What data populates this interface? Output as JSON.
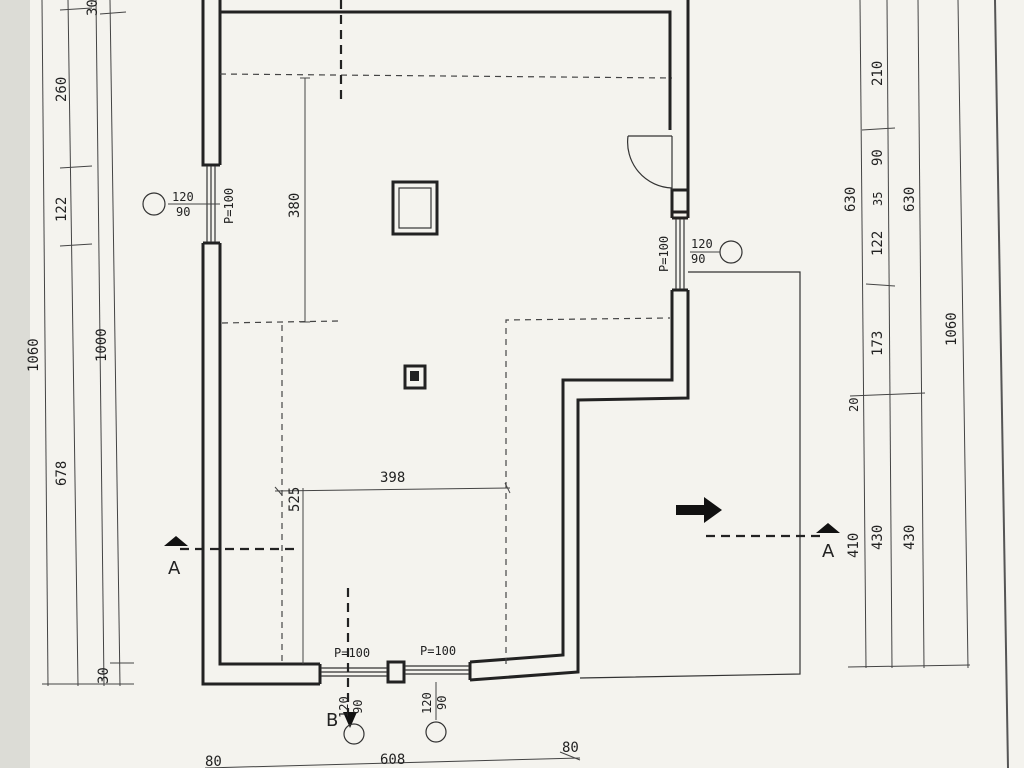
{
  "dimensions": {
    "left_outer": {
      "top": "30",
      "a": "260",
      "b": "122",
      "c": "678",
      "total": "1000",
      "bottom": "30",
      "edge": "1060"
    },
    "interior": {
      "height_upper": "380",
      "height_lower": "525",
      "width_lower": "398"
    },
    "bottom": {
      "left": "80",
      "middle": "608",
      "right": "80"
    },
    "right_outer": {
      "a": "210",
      "b": "90",
      "c": "35",
      "d": "122",
      "e": "173",
      "f": "20",
      "g": "410",
      "h": "430",
      "span_630_a": "630",
      "span_630_b": "630",
      "span_430": "430",
      "total": "1060"
    }
  },
  "windows": {
    "left": {
      "sill": "P=100",
      "width": "120",
      "height": "90"
    },
    "right": {
      "sill": "P=100",
      "width": "120",
      "height": "90"
    },
    "bottom_left": {
      "sill": "P=100",
      "width": "120",
      "height": "90"
    },
    "bottom_right": {
      "sill": "P=100",
      "width": "120",
      "height": "90"
    }
  },
  "section_marks": {
    "left": "A",
    "right": "A",
    "bottom": "B"
  }
}
